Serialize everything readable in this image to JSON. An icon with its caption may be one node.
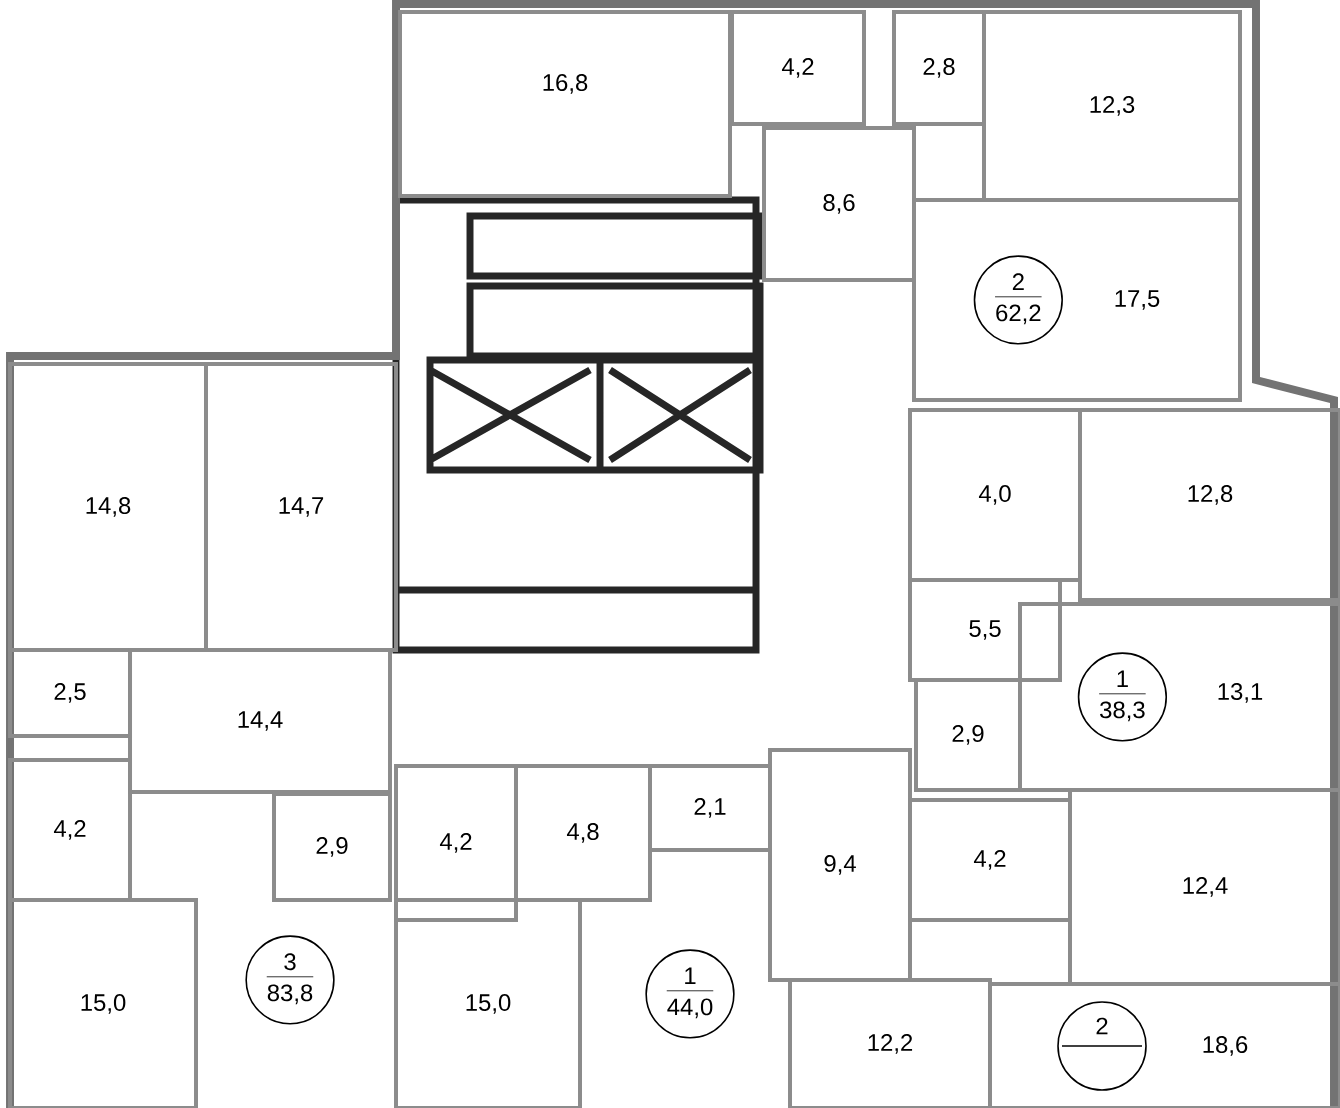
{
  "diagram": {
    "nodes": [
      {
        "text": [
          "16,8"
        ]
      },
      {
        "text": [
          "4,2"
        ]
      },
      {
        "text": [
          "2,8"
        ]
      },
      {
        "text": [
          "12,3"
        ]
      },
      {
        "text": [
          "8,6"
        ]
      },
      {
        "text": [
          "17,5"
        ]
      },
      {
        "text": [
          "2",
          "62,2"
        ],
        "in": 5
      },
      {
        "text": [
          "14,8"
        ]
      },
      {
        "text": [
          "14,7"
        ]
      },
      {
        "text": [
          "4,0"
        ]
      },
      {
        "text": [
          "12,8"
        ]
      },
      {
        "text": [
          "2,5"
        ]
      },
      {
        "text": [
          "14,4"
        ]
      },
      {
        "text": [
          "5,5"
        ]
      },
      {
        "text": [
          "13,1"
        ]
      },
      {
        "text": [
          "1",
          "38,3"
        ],
        "in": 14
      },
      {
        "text": [
          "4,2"
        ]
      },
      {
        "text": [
          "2,9"
        ]
      },
      {
        "text": [
          "4,2"
        ]
      },
      {
        "text": [
          "4,8"
        ]
      },
      {
        "text": [
          "2,1"
        ]
      },
      {
        "text": [
          "2,9"
        ]
      },
      {
        "text": [
          "9,4"
        ]
      },
      {
        "text": [
          "4,2"
        ]
      },
      {
        "text": [
          "12,4"
        ]
      },
      {
        "text": [
          "15,0"
        ]
      },
      {
        "text": [
          "3",
          "83,8"
        ]
      },
      {
        "text": [
          "15,0"
        ]
      },
      {
        "text": [
          "1",
          "44,0"
        ]
      },
      {
        "text": [
          "12,2"
        ]
      },
      {
        "text": [
          "2"
        ],
        "in": 31
      },
      {
        "text": [
          "18,6"
        ]
      }
    ]
  }
}
